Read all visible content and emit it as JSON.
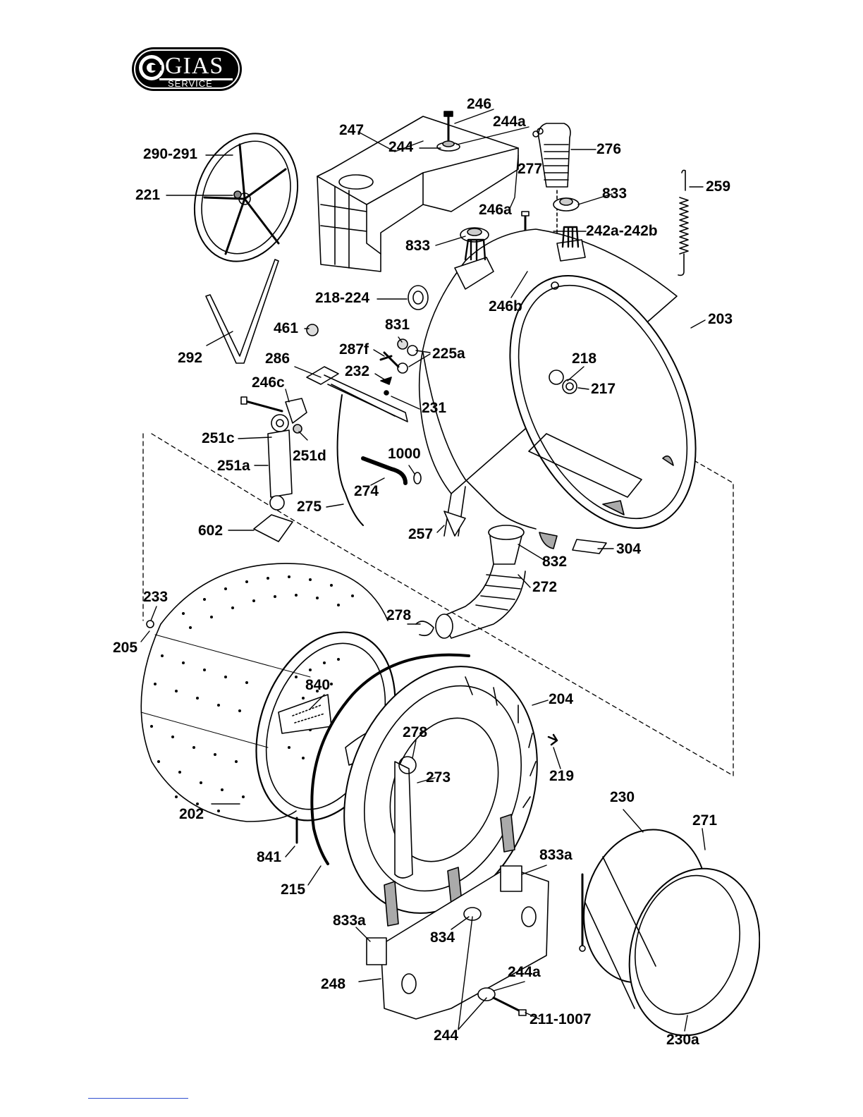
{
  "logo": {
    "brand": "GIAS",
    "sub": "SERVICE"
  },
  "labels": [
    "246",
    "247",
    "244a",
    "244",
    "276",
    "277",
    "290-291",
    "221",
    "833",
    "259",
    "246a",
    "833",
    "242a-242b",
    "218-224",
    "246b",
    "203",
    "461",
    "831",
    "292",
    "287f",
    "225a",
    "286",
    "232",
    "218",
    "217",
    "246c",
    "231",
    "251c",
    "1000",
    "251d",
    "251a",
    "274",
    "275",
    "602",
    "257",
    "304",
    "832",
    "272",
    "233",
    "205",
    "278",
    "840",
    "204",
    "278",
    "219",
    "273",
    "202",
    "230",
    "271",
    "833a",
    "841",
    "215",
    "833a",
    "834",
    "244a",
    "248",
    "211-1007",
    "244",
    "230a"
  ]
}
